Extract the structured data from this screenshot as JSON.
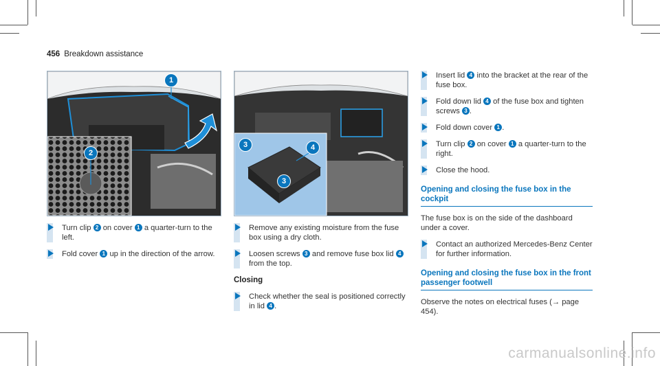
{
  "header": {
    "page_number": "456",
    "section": "Breakdown assistance"
  },
  "figures": {
    "left": {
      "callouts": [
        "1",
        "2"
      ]
    },
    "middle": {
      "callouts": [
        "3",
        "4",
        "3"
      ]
    }
  },
  "col1": {
    "step1": {
      "a": "Turn clip",
      "n1": "2",
      "b": "on cover",
      "n2": "1",
      "c": "a quarter-turn to the left."
    },
    "step2": {
      "a": "Fold cover",
      "n1": "1",
      "b": "up in the direction of the arrow."
    }
  },
  "col2": {
    "step1": {
      "a": "Remove any existing moisture from the fuse box using a dry cloth."
    },
    "step2": {
      "a": "Loosen screws",
      "n1": "3",
      "b": "and remove fuse box lid",
      "n2": "4",
      "c": "from the top."
    },
    "closing_heading": "Closing",
    "step3": {
      "a": "Check whether the seal is positioned correctly in lid",
      "n1": "4",
      "b": "."
    }
  },
  "col3": {
    "step1": {
      "a": "Insert lid",
      "n1": "4",
      "b": "into the bracket at the rear of the fuse box."
    },
    "step2": {
      "a": "Fold down lid",
      "n1": "4",
      "b": "of the fuse box and tighten screws",
      "n2": "3",
      "c": "."
    },
    "step3": {
      "a": "Fold down cover",
      "n1": "1",
      "b": "."
    },
    "step4": {
      "a": "Turn clip",
      "n1": "2",
      "b": "on cover",
      "n2": "1",
      "c": "a quarter-turn to the right."
    },
    "step5": {
      "a": "Close the hood."
    },
    "heading1": "Opening and closing the fuse box in the cockpit",
    "para1": "The fuse box is on the side of the dashboard under a cover.",
    "step6": {
      "a": "Contact an authorized Mercedes-Benz Center for further information."
    },
    "heading2": "Opening and closing the fuse box in the front passenger footwell",
    "para2": "Observe the notes on electrical fuses (→ page 454)."
  },
  "watermark": "carmanualsonline.info",
  "colors": {
    "accent": "#0a76bd",
    "step_bar": "#d5e4f1"
  }
}
